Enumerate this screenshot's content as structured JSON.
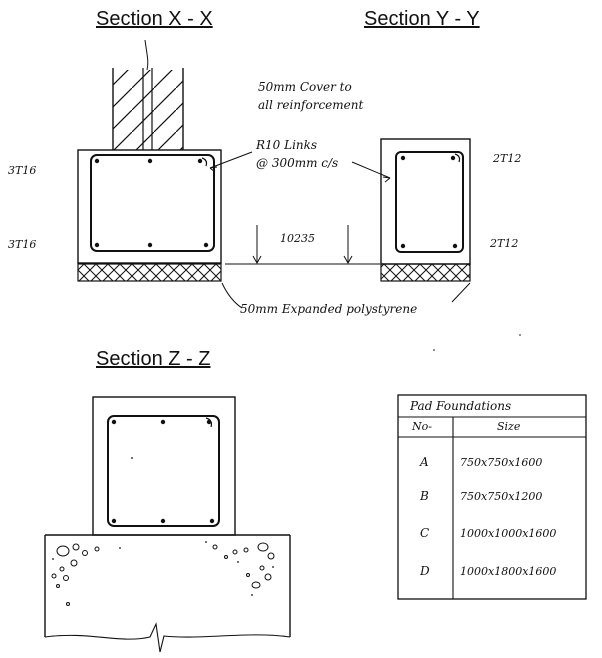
{
  "titles": {
    "section_x": "Section X - X",
    "section_y": "Section Y - Y",
    "section_z": "Section Z - Z"
  },
  "notes": {
    "cover_line1": "50mm Cover to",
    "cover_line2": "all reinforcement",
    "links_line1": "R10 Links",
    "links_line2": "@ 300mm c/s",
    "level": "10235",
    "polystyrene": "50mm Expanded polystyrene"
  },
  "section_x": {
    "top_bars": "3T16",
    "bottom_bars": "3T16"
  },
  "section_y": {
    "top_bars": "2T12",
    "bottom_bars": "2T12"
  },
  "pad_table": {
    "title": "Pad Foundations",
    "col_no": "No-",
    "col_size": "Size",
    "rows": [
      {
        "no": "A",
        "size": "750x750x1600"
      },
      {
        "no": "B",
        "size": "750x750x1200"
      },
      {
        "no": "C",
        "size": "1000x1000x1600"
      },
      {
        "no": "D",
        "size": "1000x1800x1600"
      }
    ]
  }
}
